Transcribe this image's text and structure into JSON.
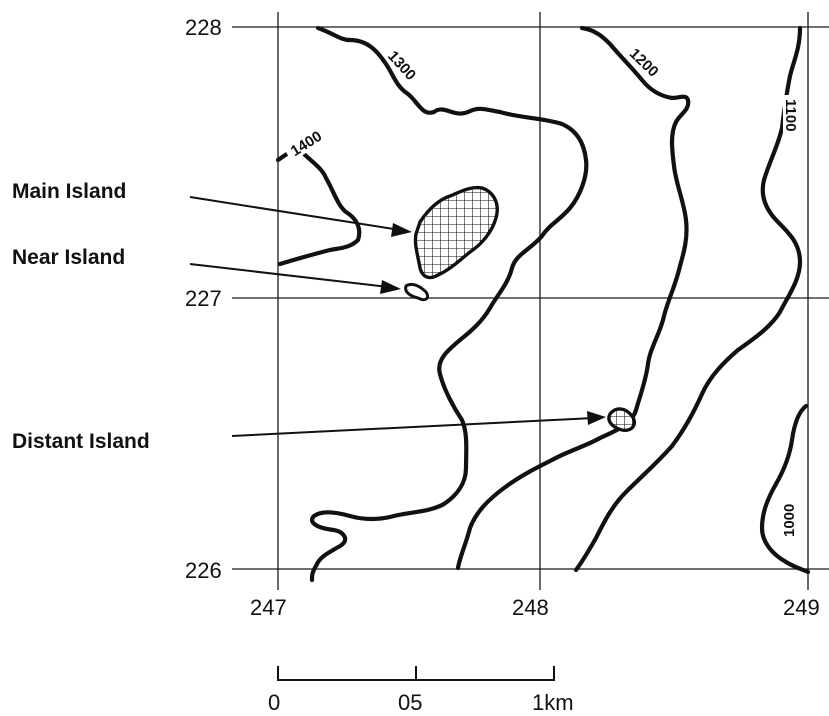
{
  "map": {
    "grid": {
      "northings": [
        "228",
        "227",
        "226"
      ],
      "eastings": [
        "247",
        "248",
        "249"
      ]
    },
    "contours": [
      "1400",
      "1300",
      "1200",
      "1100",
      "1000"
    ],
    "islands": [
      {
        "label": "Main Island"
      },
      {
        "label": "Near Island"
      },
      {
        "label": "Distant Island"
      }
    ],
    "scale_bar": {
      "labels": [
        "0",
        "05",
        "1km"
      ]
    },
    "colors": {
      "ink": "#111111",
      "paper": "#ffffff"
    }
  }
}
